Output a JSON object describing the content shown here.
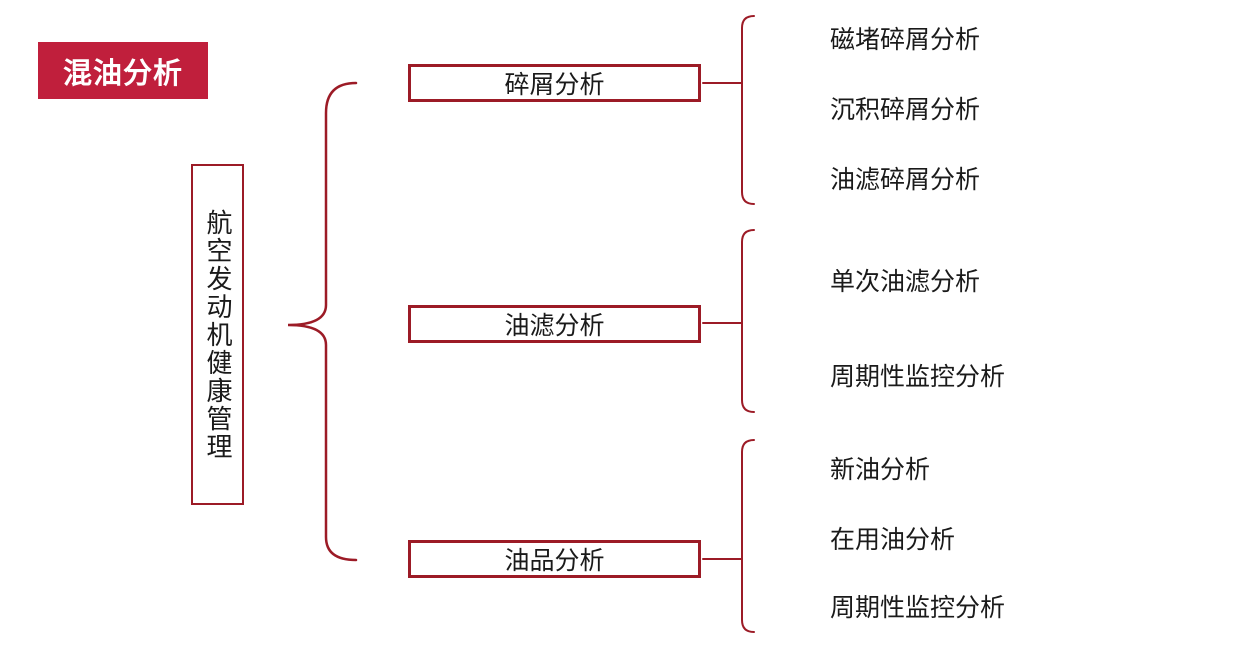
{
  "badge": {
    "label": "混油分析"
  },
  "root": {
    "label": "航空发动机健康管理"
  },
  "branches": [
    {
      "label": "碎屑分析",
      "children": [
        "磁堵碎屑分析",
        "沉积碎屑分析",
        "油滤碎屑分析"
      ]
    },
    {
      "label": "油滤分析",
      "children": [
        "单次油滤分析",
        "周期性监控分析"
      ]
    },
    {
      "label": "油品分析",
      "children": [
        "新油分析",
        "在用油分析",
        "周期性监控分析"
      ]
    }
  ],
  "colors": {
    "badge_bg": "#C01F3C",
    "badge_text": "#FFFFFF",
    "box_border": "#9C1B26",
    "line": "#9C1B26",
    "text": "#1A1A1A",
    "background": "#FFFFFF"
  }
}
